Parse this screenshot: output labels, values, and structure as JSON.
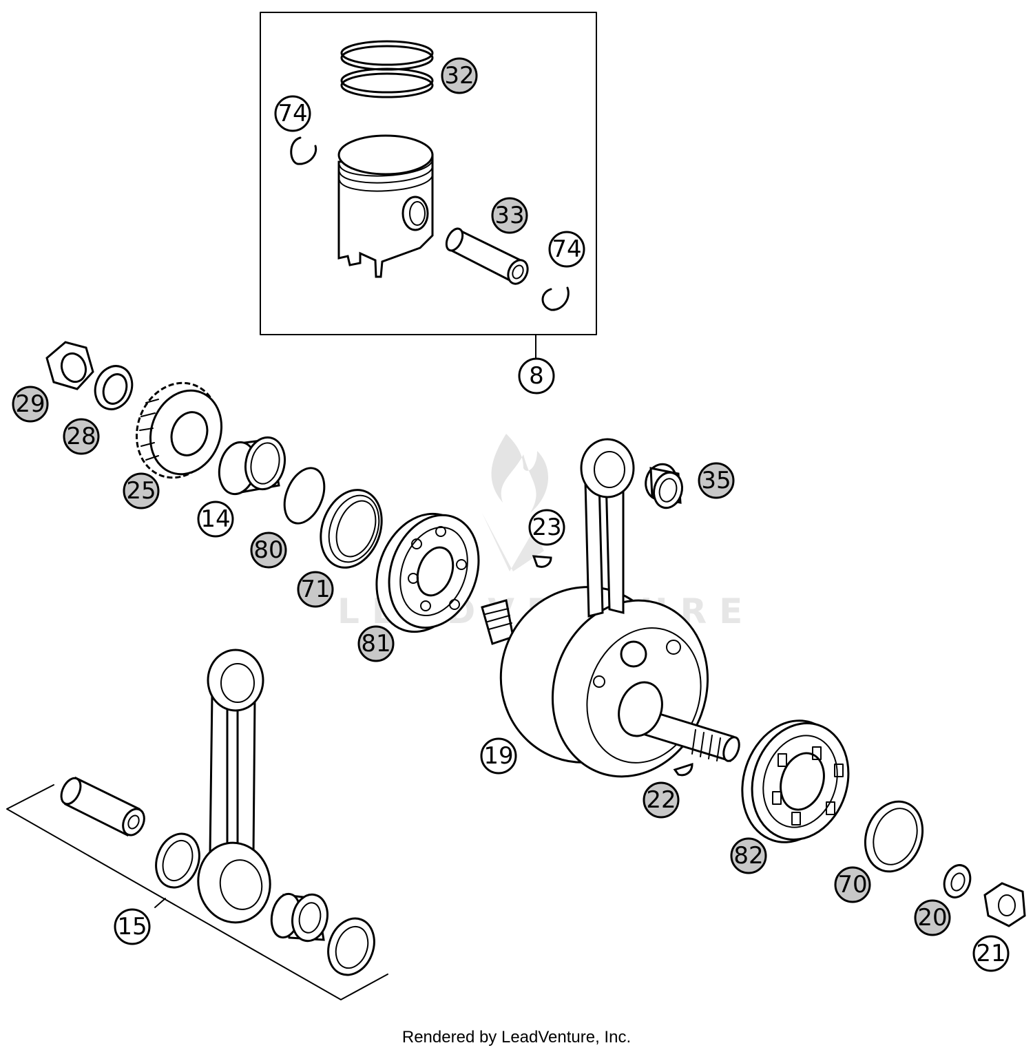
{
  "callouts": {
    "c32": "32",
    "c74a": "74",
    "c33": "33",
    "c74b": "74",
    "c8": "8",
    "c29": "29",
    "c28": "28",
    "c25": "25",
    "c14": "14",
    "c80": "80",
    "c71": "71",
    "c81": "81",
    "c35": "35",
    "c23": "23",
    "c19": "19",
    "c22": "22",
    "c82": "82",
    "c70": "70",
    "c20": "20",
    "c21": "21",
    "c15": "15"
  },
  "watermark": {
    "text": "LEADVENTURE"
  },
  "footer": {
    "text": "Rendered by LeadVenture, Inc."
  }
}
